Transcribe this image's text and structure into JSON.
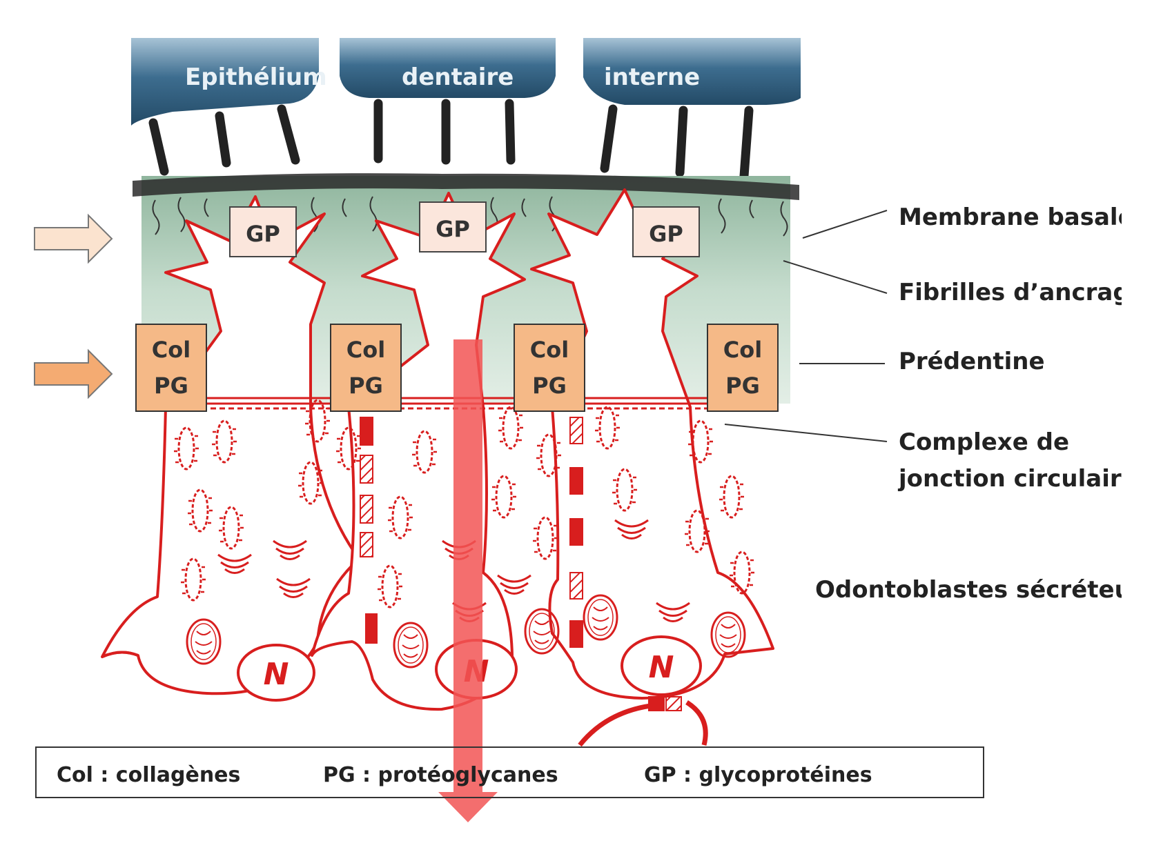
{
  "epithelium": {
    "labels": [
      "Epithélium",
      "dentaire",
      "interne"
    ]
  },
  "matrix_boxes": {
    "gp": [
      "GP",
      "GP",
      "GP"
    ],
    "col_pg": [
      {
        "col": "Col",
        "pg": "PG"
      },
      {
        "col": "Col",
        "pg": "PG"
      },
      {
        "col": "Col",
        "pg": "PG"
      },
      {
        "col": "Col",
        "pg": "PG"
      }
    ]
  },
  "nucleus_label": "N",
  "side_labels": {
    "membrane": "Membrane basale",
    "fibrilles": "Fibrilles d’ancrage",
    "predentine": "Prédentine",
    "complexe_line1": "Complexe de",
    "complexe_line2": "jonction circulaire",
    "odontoblastes": "Odontoblastes sécréteurs"
  },
  "legend": {
    "col": "Col : collagènes",
    "pg": "PG : protéoglycanes",
    "gp": "GP : glycoprotéines"
  },
  "colors": {
    "cell_outline": "#d81e1e",
    "epithelium_dark": "#2b5877",
    "epithelium_light": "#7fa3bd",
    "matrix_top": "#cfe0d6",
    "matrix_bottom": "#8fb59d",
    "gp_box": "#fbe6dc",
    "colpg_box": "#f5b987",
    "arrow_light": "#fbe3cf",
    "arrow_orange": "#f4ab72",
    "secretion_arrow": "#f25555"
  }
}
